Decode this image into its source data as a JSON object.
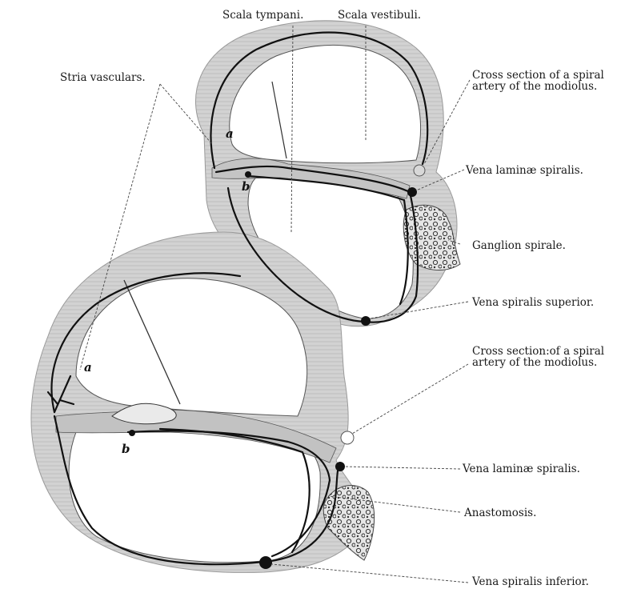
{
  "labels": {
    "scala_tympani": "Scala tympani.",
    "scala_vestibuli": "Scala vestibuli.",
    "stria_vascularis": "Stria vasculars.",
    "cross_section_upper_1": "Cross section of a spiral",
    "cross_section_upper_2": "artery of the modiolus.",
    "vena_laminae_upper": "Vena laminæ spiralis.",
    "ganglion_spirale": "Ganglion spirale.",
    "vena_spiralis_superior": "Vena spiralis superior.",
    "cross_section_lower_1": "Cross section:of a spiral",
    "cross_section_lower_2": "artery of the modiolus.",
    "vena_laminae_lower": "Vena laminæ spiralis.",
    "anastomosis": "Anastomosis.",
    "vena_spiralis_inferior": "Vena spiralis inferior."
  },
  "letters": {
    "a_upper": "a",
    "b_upper": "b",
    "a_lower": "a",
    "b_lower": "b"
  },
  "colors": {
    "tissue": "#cfcfcf",
    "tissue_dark": "#b9b9b9",
    "vessel": "#111111",
    "leader": "#444444"
  }
}
